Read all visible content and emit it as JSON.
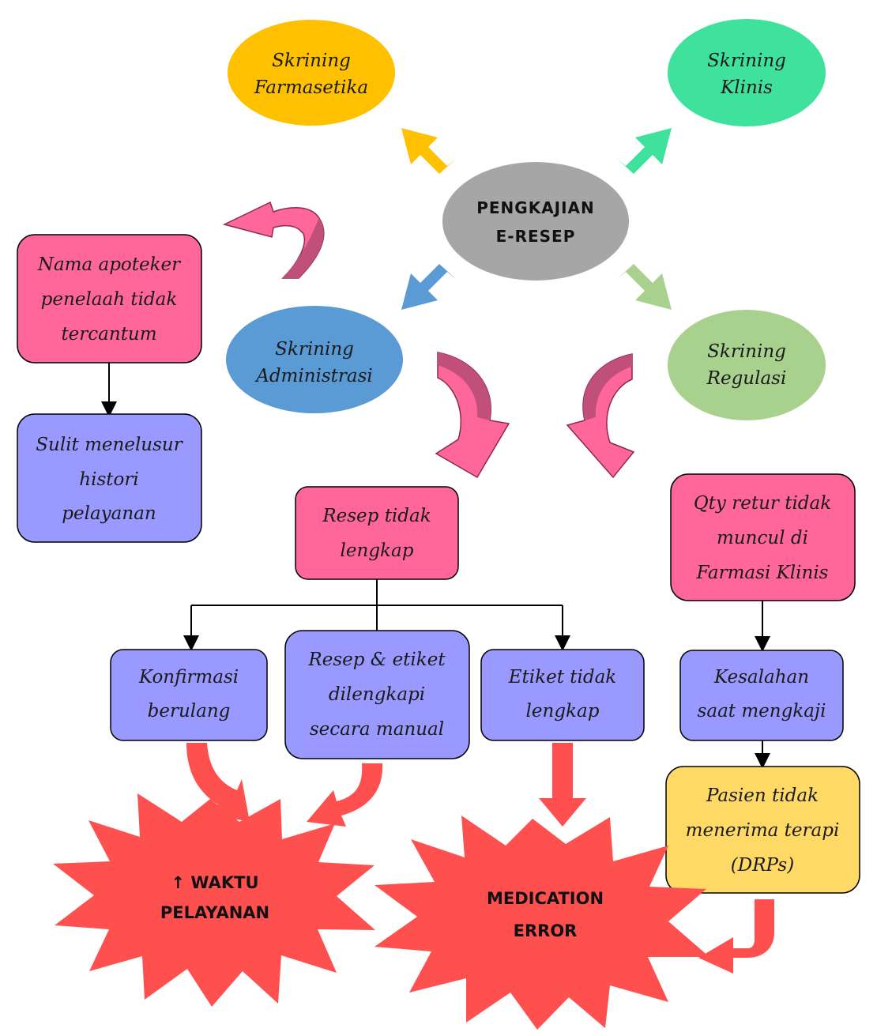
{
  "center": {
    "line1": "PENGKAJIAN",
    "line2": "E-RESEP"
  },
  "ellipses": {
    "farmasetika": {
      "line1": "Skrining",
      "line2": "Farmasetika",
      "color": "#FFC000"
    },
    "klinis": {
      "line1": "Skrining",
      "line2": "Klinis",
      "color": "#3FE29C"
    },
    "administrasi": {
      "line1": "Skrining",
      "line2": "Administrasi",
      "color": "#5B9BD5"
    },
    "regulasi": {
      "line1": "Skrining",
      "line2": "Regulasi",
      "color": "#A9D18E"
    },
    "center_color": "#A6A6A6"
  },
  "boxes": {
    "nama_apoteker": {
      "lines": [
        "Nama apoteker",
        "penelaah tidak",
        "tercantum"
      ]
    },
    "sulit_menelusur": {
      "lines": [
        "Sulit menelusur",
        "histori",
        "pelayanan"
      ]
    },
    "resep_tidak_lengkap": {
      "lines": [
        "Resep tidak",
        "lengkap"
      ]
    },
    "qty_retur": {
      "lines": [
        "Qty retur tidak",
        "muncul di",
        "Farmasi Klinis"
      ]
    },
    "konfirmasi": {
      "lines": [
        "Konfirmasi",
        "berulang"
      ]
    },
    "resep_etiket": {
      "lines": [
        "Resep & etiket",
        "dilengkapi",
        "secara manual"
      ]
    },
    "etiket_tidak_lengkap": {
      "lines": [
        "Etiket tidak",
        "lengkap"
      ]
    },
    "kesalahan": {
      "lines": [
        "Kesalahan",
        "saat mengkaji"
      ]
    },
    "pasien": {
      "line1": "Pasien tidak",
      "line2": "menerima terapi",
      "line3_open": "(",
      "line3_italic": "DRPs",
      "line3_close": ")"
    }
  },
  "bursts": {
    "waktu": {
      "line1": "↑ WAKTU",
      "line2": "PELAYANAN"
    },
    "medication": {
      "line1": "MEDICATION",
      "line2": "ERROR"
    }
  },
  "colors": {
    "pink_box": "#FF6699",
    "purple_box": "#9999FF",
    "yellow_box": "#FFD966",
    "burst_red": "#FF5050",
    "curved_arrow_fill": "#FF6699",
    "curved_arrow_dark": "#C0507A",
    "thick_arrow_red": "#FF5050"
  }
}
